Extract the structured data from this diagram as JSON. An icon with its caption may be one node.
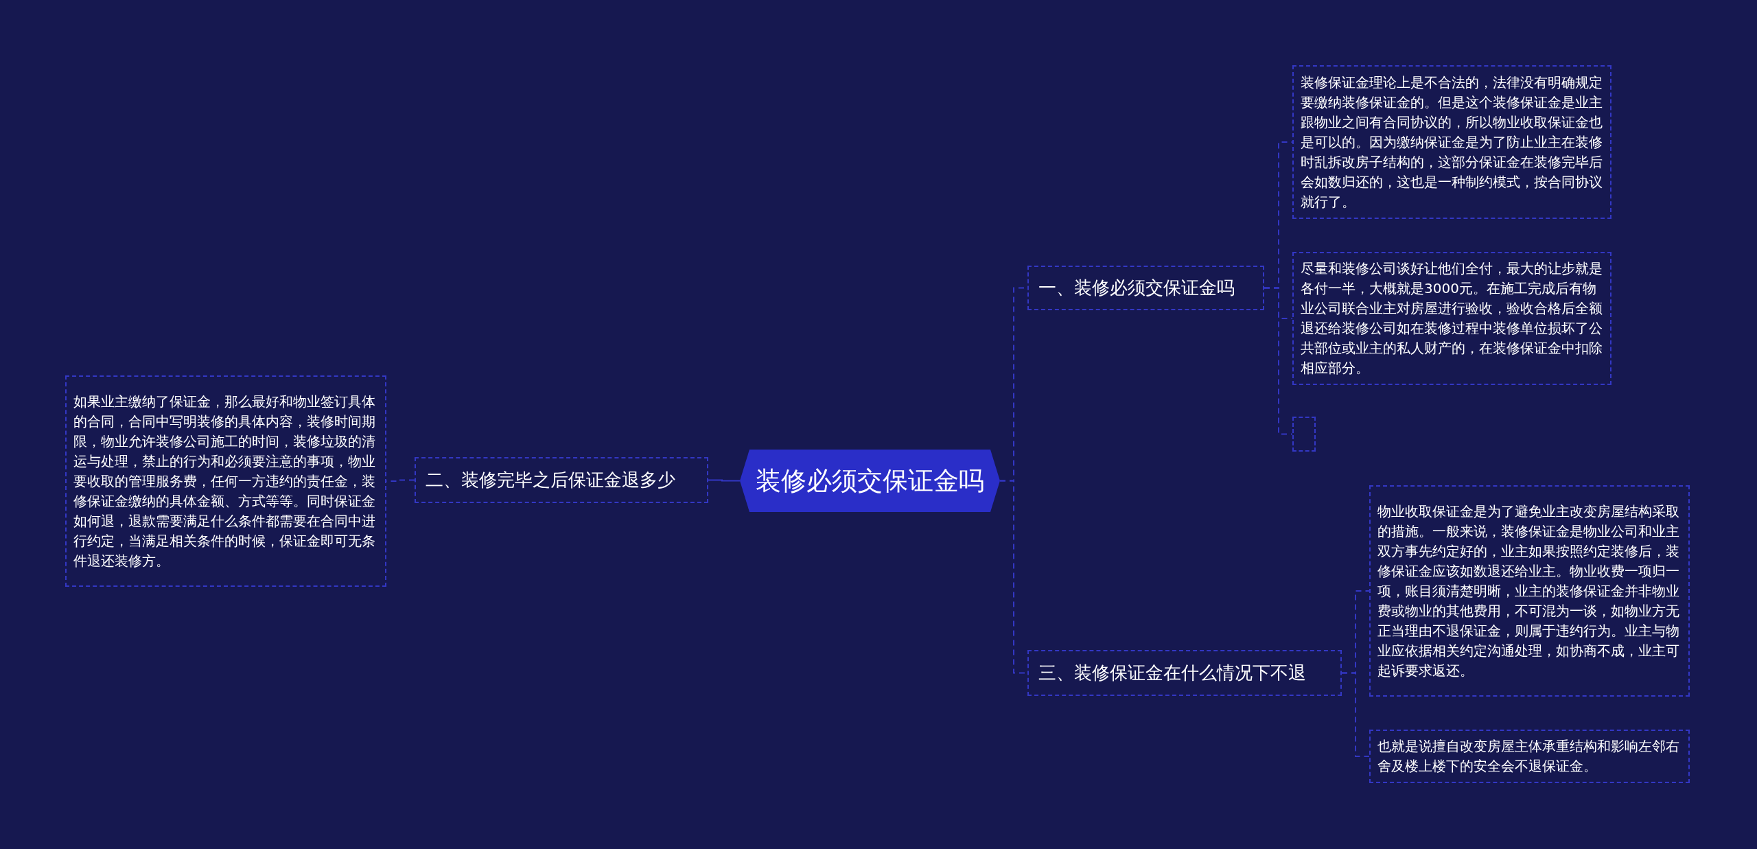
{
  "diagram": {
    "nodes": [
      {
        "text": [
          "装修必须交保证金吗"
        ]
      },
      {
        "text": [
          "一、装修必须交保证金吗"
        ]
      },
      {
        "text": [
          "装修保证金理论上是不合法的，法律没有明确规定要缴纳装修保证金的。但是这个装修保证金是业主跟物业之间有合同协议的，所以物业收取保证金也是可以的。因为缴纳保证金是为了防止业主在装修时乱拆改房子结构的，这部分保证金在装修完毕后会如数归还的，这也是一种制约模式，按合同协议就行了。"
        ]
      },
      {
        "text": [
          "尽量和装修公司谈好让他们全付，最大的让步就是各付一半，大概就是3000元。在施工完成后有物业公司联合业主对房屋进行验收，验收合格后全额退还给装修公司如在装修过程中装修单位损坏了公共部位或业主的私人财产的，在装修保证金中扣除相应部分。"
        ]
      },
      {
        "text": [],
        "shape": "box"
      },
      {
        "text": [
          "二、装修完毕之后保证金退多少"
        ]
      },
      {
        "text": [
          "如果业主缴纳了保证金，那么最好和物业签订具体的合同，合同中写明装修的具体内容，装修时间期限，物业允许装修公司施工的时间，装修垃圾的清运与处理，禁止的行为和必须要注意的事项，物业要收取的管理服务费，任何一方违约的责任金，装修保证金缴纳的具体金额、方式等等。同时保证金如何退，退款需要满足什么条件都需要在合同中进行约定，当满足相关条件的时候，保证金即可无条件退还装修方。"
        ]
      },
      {
        "text": [
          "三、装修保证金在什么情况下不退"
        ]
      },
      {
        "text": [
          "物业收取保证金是为了避免业主改变房屋结构采取的措施。一般来说，装修保证金是物业公司和业主双方事先约定好的，业主如果按照约定装修后，装修保证金应该如数退还给业主。物业收费一项归一项，账目须清楚明晰，业主的装修保证金并非物业费或物业的其他费用，不可混为一谈，如物业方无正当理由不退保证金，则属于违约行为。业主与物业应依据相关约定沟通处理，如协商不成，业主可起诉要求返还。"
        ]
      },
      {
        "text": [
          "也就是说擅自改变房屋主体承重结构和影响左邻右舍及楼上楼下的安全会不退保证金。"
        ]
      }
    ],
    "edges": [
      {
        "from": 0,
        "to": 1,
        "arrow": "none",
        "style": "dashed"
      },
      {
        "from": 1,
        "to": 2,
        "arrow": "none",
        "style": "dashed"
      },
      {
        "from": 1,
        "to": 3,
        "arrow": "none",
        "style": "dashed"
      },
      {
        "from": 1,
        "to": 4,
        "arrow": "none",
        "style": "dashed"
      },
      {
        "from": 0,
        "to": 5,
        "arrow": "none"
      },
      {
        "from": 5,
        "to": 6,
        "arrow": "none",
        "style": "dashed"
      },
      {
        "from": 0,
        "to": 7,
        "arrow": "none",
        "style": "dashed"
      },
      {
        "from": 7,
        "to": 8,
        "arrow": "none",
        "style": "dashed"
      },
      {
        "from": 7,
        "to": 9,
        "arrow": "none",
        "style": "dashed"
      }
    ]
  }
}
